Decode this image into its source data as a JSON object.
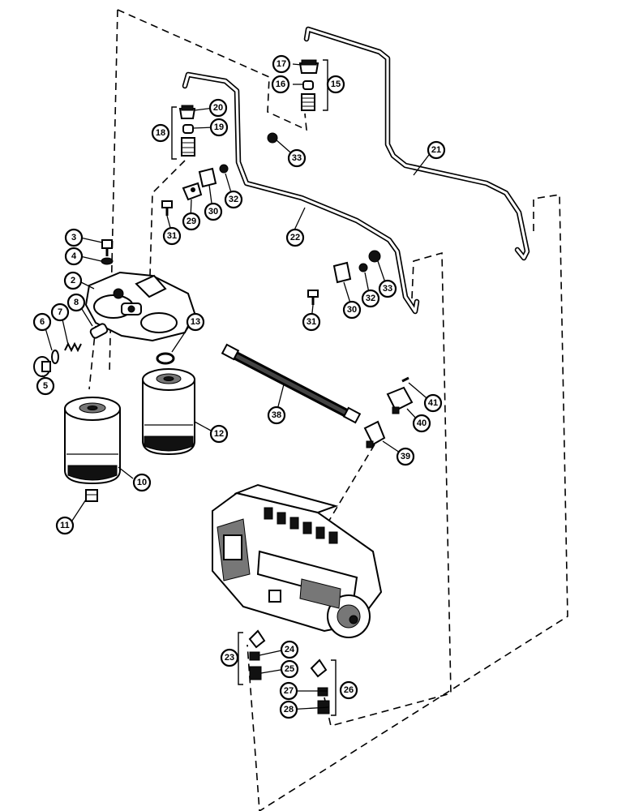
{
  "callouts": [
    {
      "id": "c2",
      "label": "2"
    },
    {
      "id": "c3",
      "label": "3"
    },
    {
      "id": "c4",
      "label": "4"
    },
    {
      "id": "c5",
      "label": "5"
    },
    {
      "id": "c6",
      "label": "6"
    },
    {
      "id": "c7",
      "label": "7"
    },
    {
      "id": "c8",
      "label": "8"
    },
    {
      "id": "c10",
      "label": "10"
    },
    {
      "id": "c11",
      "label": "11"
    },
    {
      "id": "c12",
      "label": "12"
    },
    {
      "id": "c13",
      "label": "13"
    },
    {
      "id": "c15",
      "label": "15"
    },
    {
      "id": "c16",
      "label": "16"
    },
    {
      "id": "c17",
      "label": "17"
    },
    {
      "id": "c18",
      "label": "18"
    },
    {
      "id": "c19",
      "label": "19"
    },
    {
      "id": "c20",
      "label": "20"
    },
    {
      "id": "c21",
      "label": "21"
    },
    {
      "id": "c22",
      "label": "22"
    },
    {
      "id": "c23",
      "label": "23"
    },
    {
      "id": "c24",
      "label": "24"
    },
    {
      "id": "c25",
      "label": "25"
    },
    {
      "id": "c26",
      "label": "26"
    },
    {
      "id": "c27",
      "label": "27"
    },
    {
      "id": "c28",
      "label": "28"
    },
    {
      "id": "c29",
      "label": "29"
    },
    {
      "id": "c30a",
      "label": "30"
    },
    {
      "id": "c31a",
      "label": "31"
    },
    {
      "id": "c32a",
      "label": "32"
    },
    {
      "id": "c33a",
      "label": "33"
    },
    {
      "id": "c30b",
      "label": "30"
    },
    {
      "id": "c31b",
      "label": "31"
    },
    {
      "id": "c32b",
      "label": "32"
    },
    {
      "id": "c33b",
      "label": "33"
    },
    {
      "id": "c38",
      "label": "38"
    },
    {
      "id": "c39",
      "label": "39"
    },
    {
      "id": "c40",
      "label": "40"
    },
    {
      "id": "c41",
      "label": "41"
    }
  ]
}
